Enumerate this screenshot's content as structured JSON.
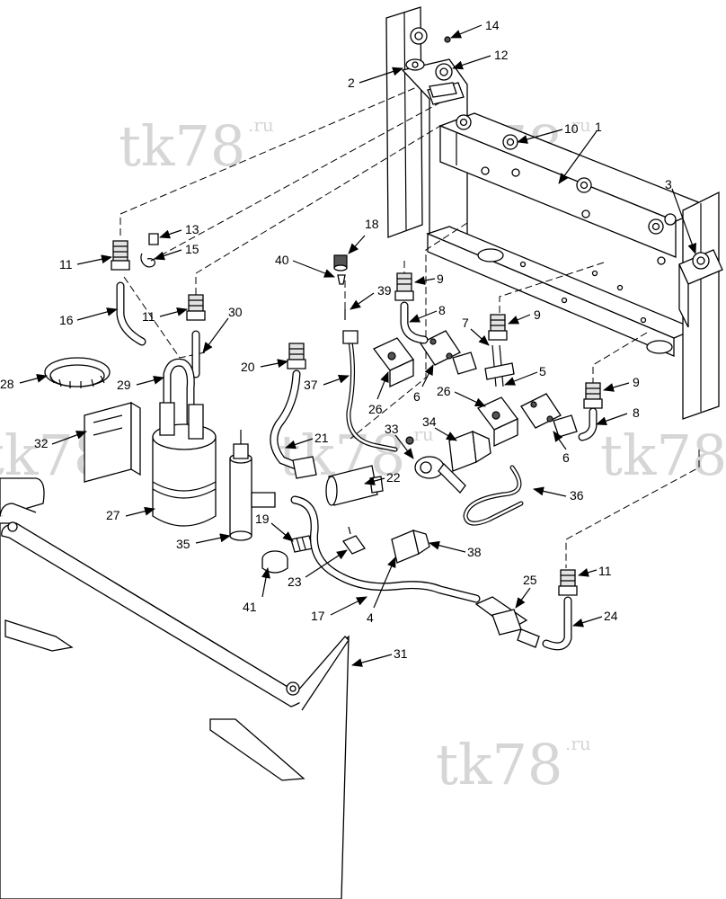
{
  "watermark": {
    "main": "tk78",
    "suffix": ".ru"
  },
  "callouts": [
    {
      "id": "c14",
      "label": "14"
    },
    {
      "id": "c12",
      "label": "12"
    },
    {
      "id": "c2",
      "label": "2"
    },
    {
      "id": "c10",
      "label": "10"
    },
    {
      "id": "c1",
      "label": "1"
    },
    {
      "id": "c3",
      "label": "3"
    },
    {
      "id": "c13",
      "label": "13"
    },
    {
      "id": "c15",
      "label": "15"
    },
    {
      "id": "c11a",
      "label": "11"
    },
    {
      "id": "c18",
      "label": "18"
    },
    {
      "id": "c40",
      "label": "40"
    },
    {
      "id": "c9a",
      "label": "9"
    },
    {
      "id": "c39",
      "label": "39"
    },
    {
      "id": "c8a",
      "label": "8"
    },
    {
      "id": "c16",
      "label": "16"
    },
    {
      "id": "c11b",
      "label": "11"
    },
    {
      "id": "c30",
      "label": "30"
    },
    {
      "id": "c7",
      "label": "7"
    },
    {
      "id": "c9b",
      "label": "9"
    },
    {
      "id": "c20",
      "label": "20"
    },
    {
      "id": "c37",
      "label": "37"
    },
    {
      "id": "c28",
      "label": "28"
    },
    {
      "id": "c29",
      "label": "29"
    },
    {
      "id": "c26a",
      "label": "26"
    },
    {
      "id": "c6a",
      "label": "6"
    },
    {
      "id": "c5",
      "label": "5"
    },
    {
      "id": "c26b",
      "label": "26"
    },
    {
      "id": "c9c",
      "label": "9"
    },
    {
      "id": "c8b",
      "label": "8"
    },
    {
      "id": "c6b",
      "label": "6"
    },
    {
      "id": "c21",
      "label": "21"
    },
    {
      "id": "c33",
      "label": "33"
    },
    {
      "id": "c34",
      "label": "34"
    },
    {
      "id": "c32",
      "label": "32"
    },
    {
      "id": "c22",
      "label": "22"
    },
    {
      "id": "c36",
      "label": "36"
    },
    {
      "id": "c27",
      "label": "27"
    },
    {
      "id": "c19",
      "label": "19"
    },
    {
      "id": "c35",
      "label": "35"
    },
    {
      "id": "c38",
      "label": "38"
    },
    {
      "id": "c23",
      "label": "23"
    },
    {
      "id": "c11c",
      "label": "11"
    },
    {
      "id": "c25",
      "label": "25"
    },
    {
      "id": "c41",
      "label": "41"
    },
    {
      "id": "c17",
      "label": "17"
    },
    {
      "id": "c4",
      "label": "4"
    },
    {
      "id": "c24",
      "label": "24"
    },
    {
      "id": "c31",
      "label": "31"
    }
  ]
}
